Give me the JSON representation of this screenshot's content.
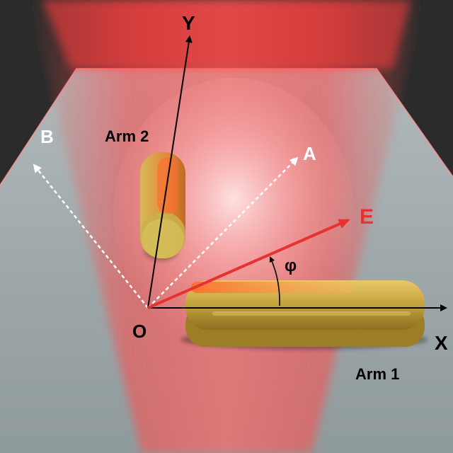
{
  "labels": {
    "axis_y": "Y",
    "axis_x": "X",
    "origin": "O",
    "vector_a": "A",
    "vector_b": "B",
    "vector_e": "E",
    "angle": "φ",
    "arm_1": "Arm 1",
    "arm_2": "Arm 2"
  },
  "colors": {
    "background": "#2a2a2a",
    "substrate": "#9aa6a8",
    "laser": "#ff3a3a",
    "field_vector": "#e63232",
    "dashed_vector": "#ffffff",
    "axis": "#000000",
    "gold": "#c8a63e"
  }
}
